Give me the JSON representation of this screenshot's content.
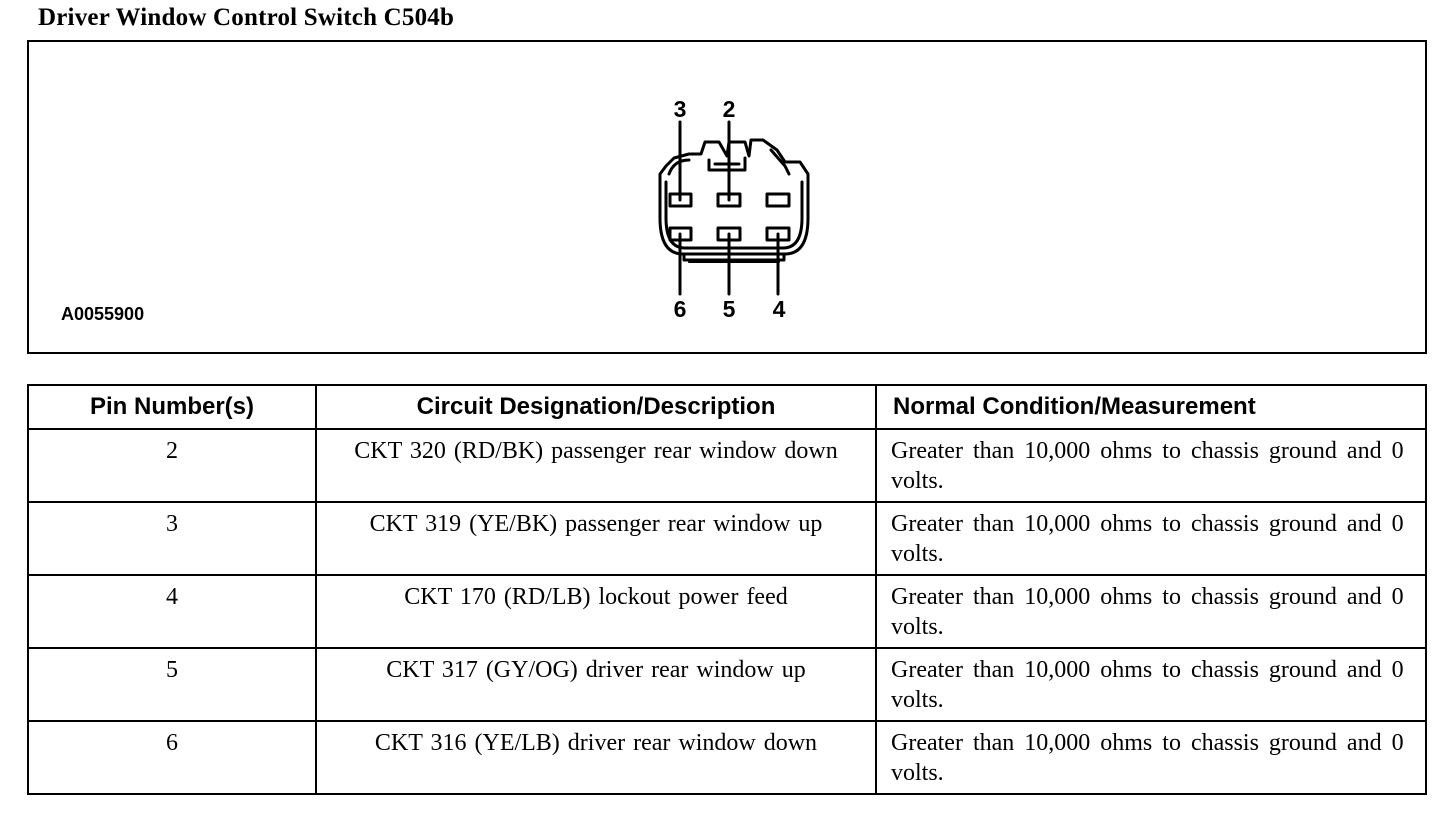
{
  "title": "Driver Window Control Switch C504b",
  "figure": {
    "id": "A0055900",
    "pin_labels_top": [
      "3",
      "2"
    ],
    "pin_labels_bottom": [
      "6",
      "5",
      "4"
    ]
  },
  "table": {
    "headers": [
      "Pin Number(s)",
      "Circuit Designation/Description",
      "Normal Condition/Measurement"
    ],
    "rows": [
      {
        "pin": "2",
        "circuit": "CKT 320 (RD/BK) passenger rear window down",
        "condition": "Greater than 10,000 ohms to chassis ground and 0 volts."
      },
      {
        "pin": "3",
        "circuit": "CKT 319 (YE/BK) passenger rear window up",
        "condition": "Greater than 10,000 ohms to chassis ground and 0 volts."
      },
      {
        "pin": "4",
        "circuit": "CKT 170 (RD/LB) lockout power feed",
        "condition": "Greater than 10,000 ohms to chassis ground and 0 volts."
      },
      {
        "pin": "5",
        "circuit": "CKT 317 (GY/OG) driver rear window up",
        "condition": "Greater than 10,000 ohms to chassis ground and 0 volts."
      },
      {
        "pin": "6",
        "circuit": "CKT 316 (YE/LB) driver rear window down",
        "condition": "Greater than 10,000 ohms to chassis ground and 0 volts."
      }
    ]
  }
}
